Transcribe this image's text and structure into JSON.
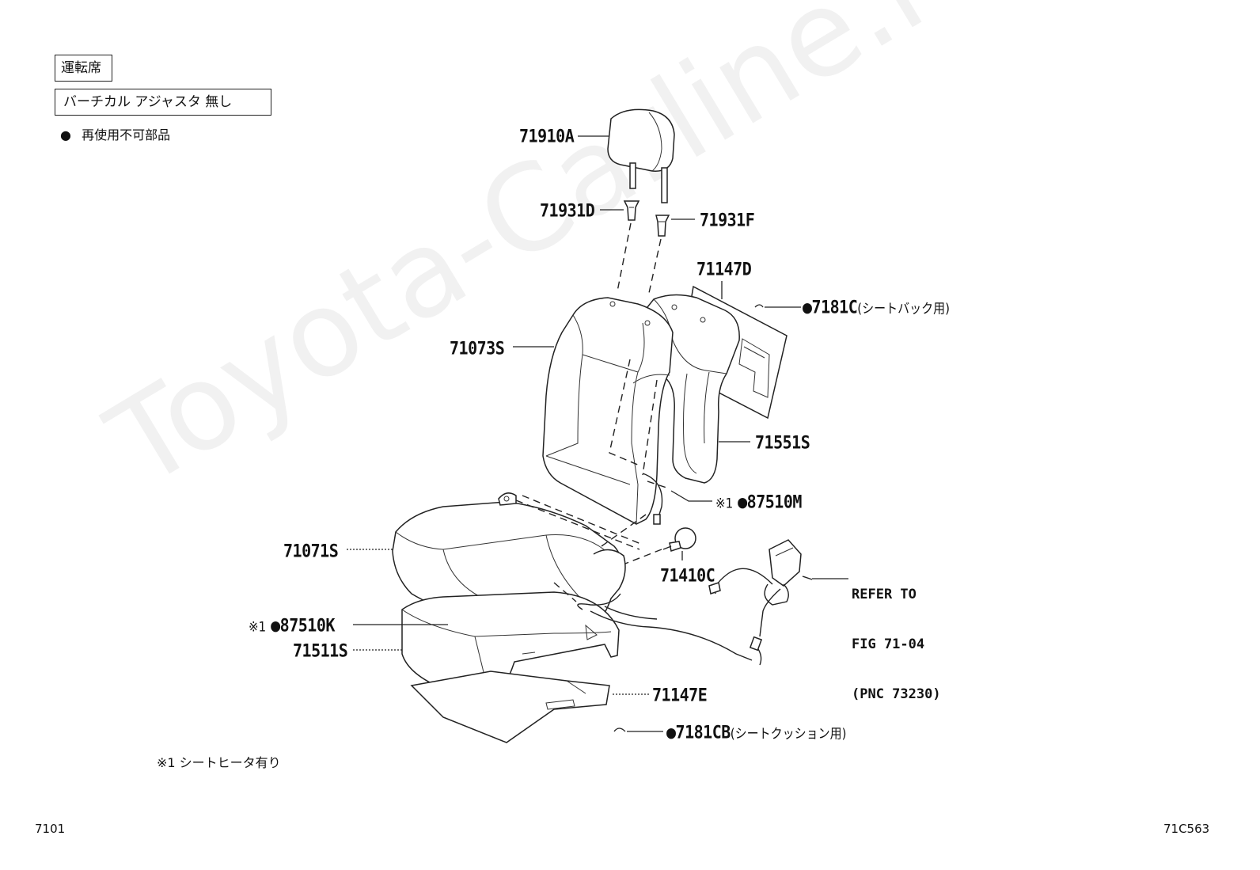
{
  "header": {
    "seat_box": "運転席",
    "adjuster_box": "バーチカル アジャスタ 無し",
    "nonreusable_note": "再使用不可部品"
  },
  "footnote": "※1 シートヒータ有り",
  "footer": {
    "left_code": "7101",
    "right_code": "71C563"
  },
  "watermark": "Toyota-Carline.ru",
  "parts": {
    "headrest": "71910A",
    "support_left": "71931D",
    "support_right": "71931F",
    "back_pad_sheet": "71147D",
    "back_hog_ring": "7181C",
    "back_hog_ring_note": "(シートバック用)",
    "back_cover": "71073S",
    "back_pad": "71551S",
    "back_heater_mark": "※1",
    "back_heater": "87510M",
    "cushion_cover": "71071S",
    "cushion_hook": "71410C",
    "cushion_heater_mark": "※1",
    "cushion_heater": "87510K",
    "cushion_pad": "71511S",
    "cushion_pad_sheet": "71147E",
    "cushion_hog_ring": "7181CB",
    "cushion_hog_ring_note": "(シートクッション用)"
  },
  "reference": {
    "line1": "REFER TO",
    "line2": "FIG 71-04",
    "line3": "(PNC 73230)"
  },
  "markers": {
    "nonreusable_symbol": "●"
  }
}
